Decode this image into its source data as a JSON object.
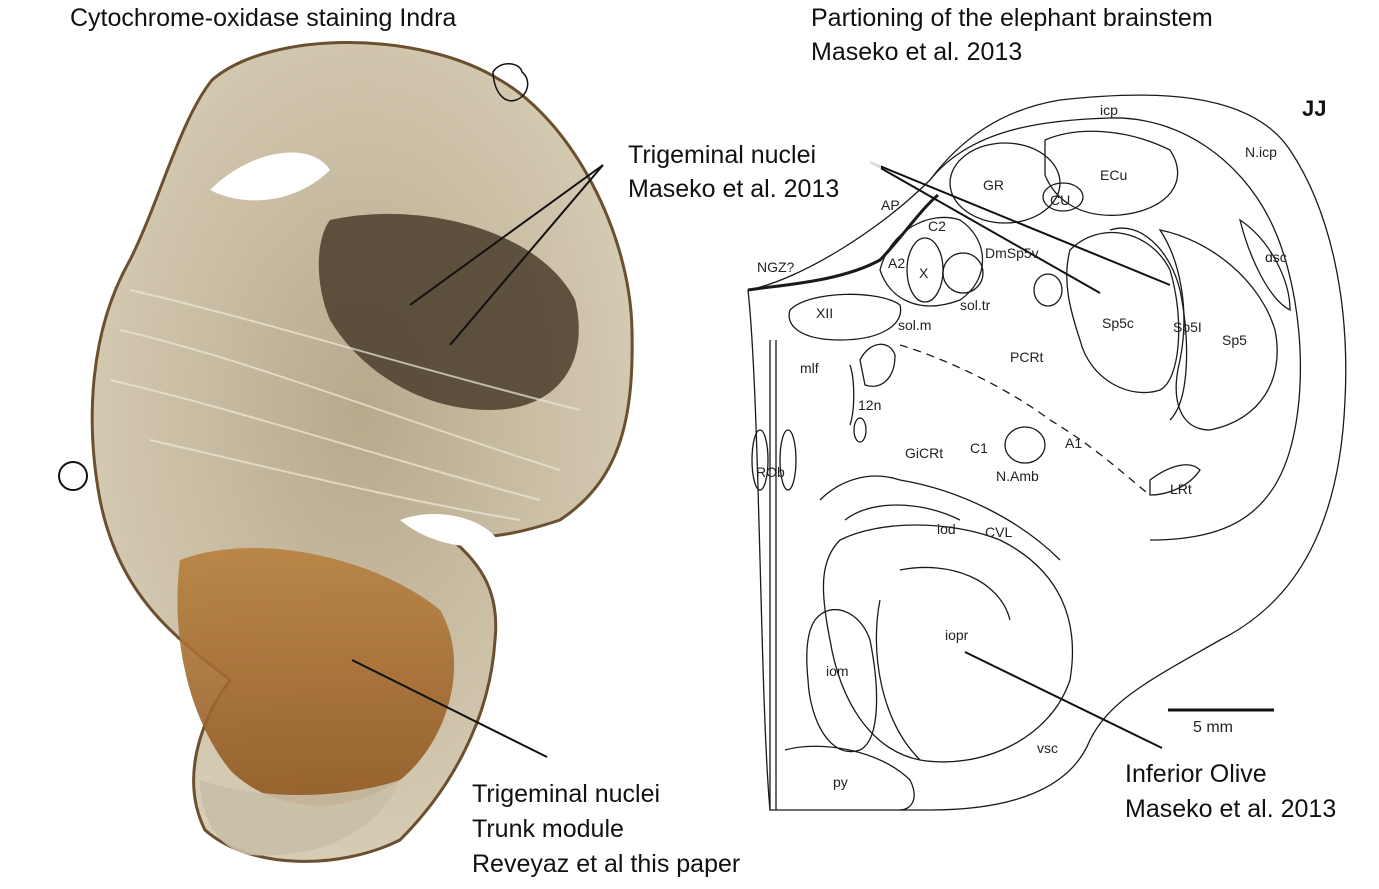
{
  "left_panel": {
    "title": "Cytochrome-oxidase staining Indra",
    "annotation_bottom": [
      "Trigeminal nuclei",
      "Trunk module",
      "Reveyaz et al this paper"
    ]
  },
  "right_panel": {
    "title": [
      "Partioning of the elephant brainstem",
      "Maseko et al. 2013"
    ],
    "panel_id": "JJ",
    "annotation_top": [
      "Trigeminal nuclei",
      "Maseko et al. 2013"
    ],
    "annotation_bottom": [
      "Inferior Olive",
      "Maseko et al. 2013"
    ],
    "scale_bar_label": "5 mm",
    "regions": {
      "icp": "icp",
      "n_icp": "N.icp",
      "gr": "GR",
      "ecu": "ECu",
      "cu": "CU",
      "ap": "AP",
      "c2": "C2",
      "dmsp5v": "DmSp5v",
      "ngz": "NGZ?",
      "a2": "A2",
      "x": "X",
      "sol_tr": "sol.tr",
      "dsc": "dsc",
      "xii": "XII",
      "sol_m": "sol.m",
      "sp5c": "Sp5c",
      "sp5i": "Sp5I",
      "sp5": "Sp5",
      "mlf": "mlf",
      "pcrt": "PCRt",
      "n12": "12n",
      "gicrt": "GiCRt",
      "c1": "C1",
      "a1": "A1",
      "namb": "N.Amb",
      "rob": "ROb",
      "lrt": "LRt",
      "iod": "iod",
      "cvl": "CVL",
      "iopr": "iopr",
      "iom": "iom",
      "vsc": "vsc",
      "py": "py"
    }
  },
  "colors": {
    "stain_dark": "#3e3326",
    "stain_mid": "#8a7a60",
    "stain_light": "#d8ceb8",
    "stain_brown": "#a8692a"
  }
}
